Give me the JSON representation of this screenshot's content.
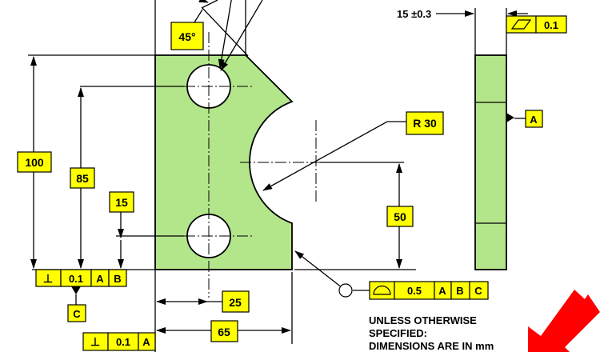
{
  "colors": {
    "part": "#b3e68a",
    "label_box": "#ffff00",
    "arrow": "#ff0000"
  },
  "dimensions": {
    "angle": "45°",
    "height_total": "100",
    "hole_top": "85",
    "hole_bottom": "15",
    "radius": "R 30",
    "arc_center": "50",
    "hole_x": "25",
    "width": "65",
    "thickness": "15 ±0.3"
  },
  "fcf_perpendicular": {
    "symbol": "⊥",
    "tolerance": "0.1",
    "datum1": "A",
    "datum2": "B"
  },
  "fcf_perpendicular_2": {
    "symbol": "⊥",
    "tolerance": "0.1",
    "datum1": "A"
  },
  "fcf_flatness": {
    "symbol": "flatness-icon",
    "tolerance": "0.1"
  },
  "fcf_profile": {
    "symbol": "profile-surface-icon",
    "tolerance": "0.5",
    "datum1": "A",
    "datum2": "B",
    "datum3": "C"
  },
  "datums": {
    "a": "A",
    "c": "C"
  },
  "note": {
    "line1": "UNLESS OTHERWISE",
    "line2": "SPECIFIED:",
    "line3": "DIMENSIONS ARE IN mm"
  }
}
